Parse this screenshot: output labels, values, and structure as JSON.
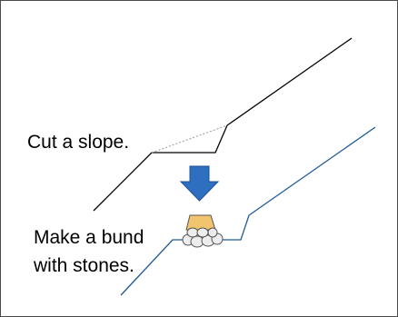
{
  "steps": {
    "cut_slope_label": "Cut a slope.",
    "bund_label_line1": "Make a bund",
    "bund_label_line2": "with stones."
  },
  "colors": {
    "terrain_top": "#000000",
    "terrain_bottom": "#1f5a96",
    "original_slope": "#9a9a9a",
    "arrow": "#2f6fc0",
    "bund_fill": "#f2c46d",
    "stone_fill": "#ededed",
    "stone_stroke": "#555555"
  },
  "icons": {
    "down_arrow": "arrow-down-icon",
    "stones": "stones-icon"
  }
}
